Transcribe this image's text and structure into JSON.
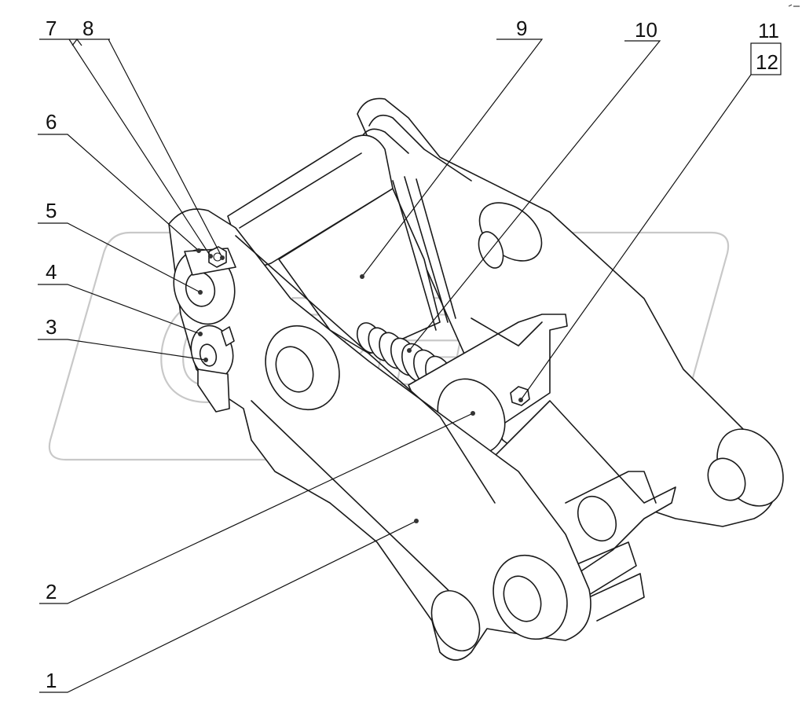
{
  "callouts": [
    {
      "id": "c1",
      "label": "1"
    },
    {
      "id": "c2",
      "label": "2"
    },
    {
      "id": "c3",
      "label": "3"
    },
    {
      "id": "c4",
      "label": "4"
    },
    {
      "id": "c5",
      "label": "5"
    },
    {
      "id": "c6",
      "label": "6"
    },
    {
      "id": "c7",
      "label": "7"
    },
    {
      "id": "c8",
      "label": "8"
    },
    {
      "id": "c9",
      "label": "9"
    },
    {
      "id": "c10",
      "label": "10"
    },
    {
      "id": "c11",
      "label": "11"
    },
    {
      "id": "c12",
      "label": "12"
    }
  ],
  "watermark": {
    "text": "OPEX"
  }
}
